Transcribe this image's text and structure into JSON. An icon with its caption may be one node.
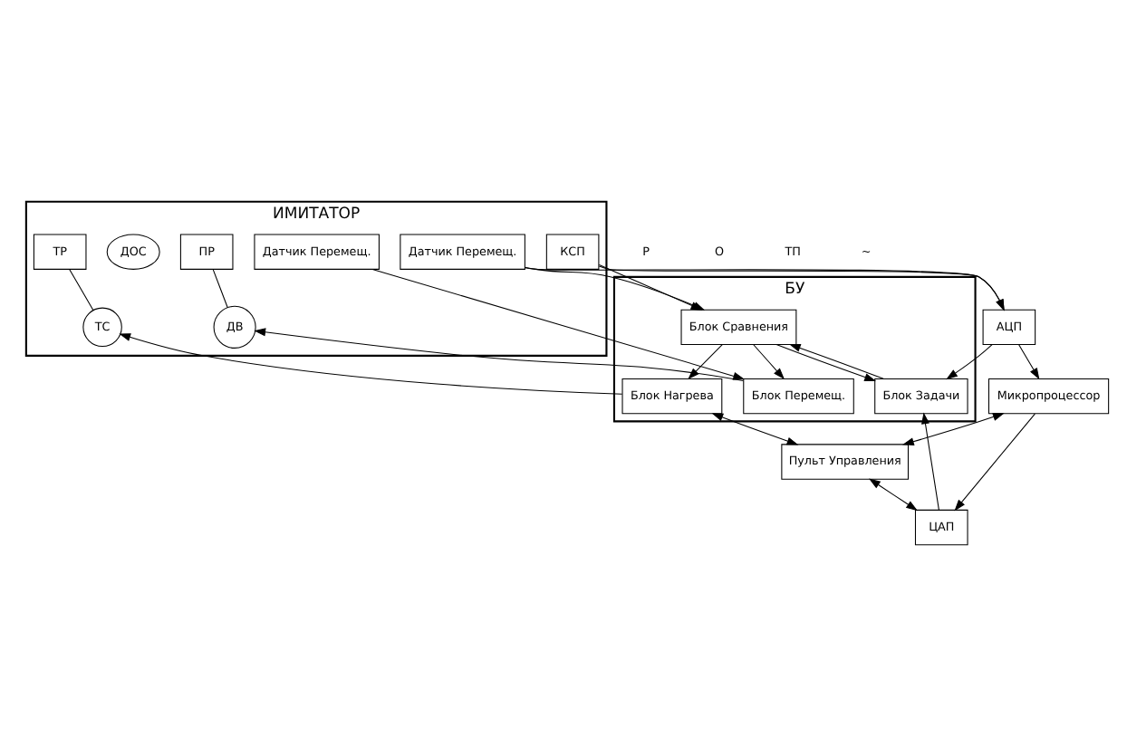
{
  "diagram": {
    "nodes": [
      {
        "text": [
          "ИМИТАТОР"
        ]
      },
      {
        "text": [
          "ПР"
        ],
        "in": 0
      },
      {
        "text": [
          "ДВ"
        ],
        "in": 0
      },
      {
        "text": [
          "Датчик Перемещ."
        ],
        "in": 0
      },
      {
        "text": [
          "КСП"
        ],
        "in": 0
      },
      {
        "text": [
          "Датчик Перемещ."
        ],
        "in": 0
      },
      {
        "text": [
          "ДОС"
        ],
        "in": 0
      },
      {
        "text": [
          "ТС"
        ],
        "in": 0
      },
      {
        "text": [
          "ТР"
        ],
        "in": 0
      },
      {
        "text": [
          "БУ"
        ]
      },
      {
        "text": [
          "Блок Перемещ."
        ],
        "in": 9
      },
      {
        "text": [
          "Блок Нагрева"
        ],
        "in": 9
      },
      {
        "text": [
          "Блок Сравнения"
        ],
        "in": 9
      },
      {
        "text": [
          "Блок Задачи"
        ],
        "in": 9
      },
      {
        "text": [
          "Микропроцессор"
        ]
      },
      {
        "text": [
          "Пульт Управления"
        ]
      },
      {
        "text": [
          "ЦАП"
        ]
      },
      {
        "text": [
          "АЦП"
        ]
      }
    ],
    "edges": [
      {
        "from": 1,
        "to": 2,
        "arrow": "none"
      },
      {
        "from": 8,
        "to": 7,
        "arrow": "none"
      },
      {
        "from": 3,
        "to": 10,
        "arrow": "to"
      },
      {
        "from": 10,
        "to": 2,
        "arrow": "to"
      },
      {
        "from": 11,
        "to": 7,
        "arrow": "to"
      },
      {
        "from": 4,
        "to": 12,
        "arrow": "to"
      },
      {
        "from": 5,
        "to": 12,
        "arrow": "to"
      },
      {
        "from": 4,
        "to": 17,
        "arrow": "to"
      },
      {
        "from": 5,
        "to": 17,
        "arrow": "to"
      },
      {
        "from": 12,
        "to": 13,
        "arrow": "to"
      },
      {
        "from": 13,
        "to": 12,
        "arrow": "to"
      },
      {
        "from": 12,
        "to": 10,
        "arrow": "to"
      },
      {
        "from": 12,
        "to": 11,
        "arrow": "to"
      },
      {
        "from": 15,
        "to": 11,
        "arrow": "both"
      },
      {
        "from": 15,
        "to": 16,
        "arrow": "both"
      },
      {
        "from": 16,
        "to": 13,
        "arrow": "to"
      },
      {
        "from": 17,
        "to": 13,
        "arrow": "to"
      },
      {
        "from": 14,
        "to": 16,
        "arrow": "to"
      },
      {
        "from": 17,
        "to": 14,
        "arrow": "to"
      },
      {
        "from": 14,
        "to": 15,
        "arrow": "both"
      }
    ],
    "labels": [
      "Р",
      "О",
      "ТП",
      "~"
    ]
  }
}
